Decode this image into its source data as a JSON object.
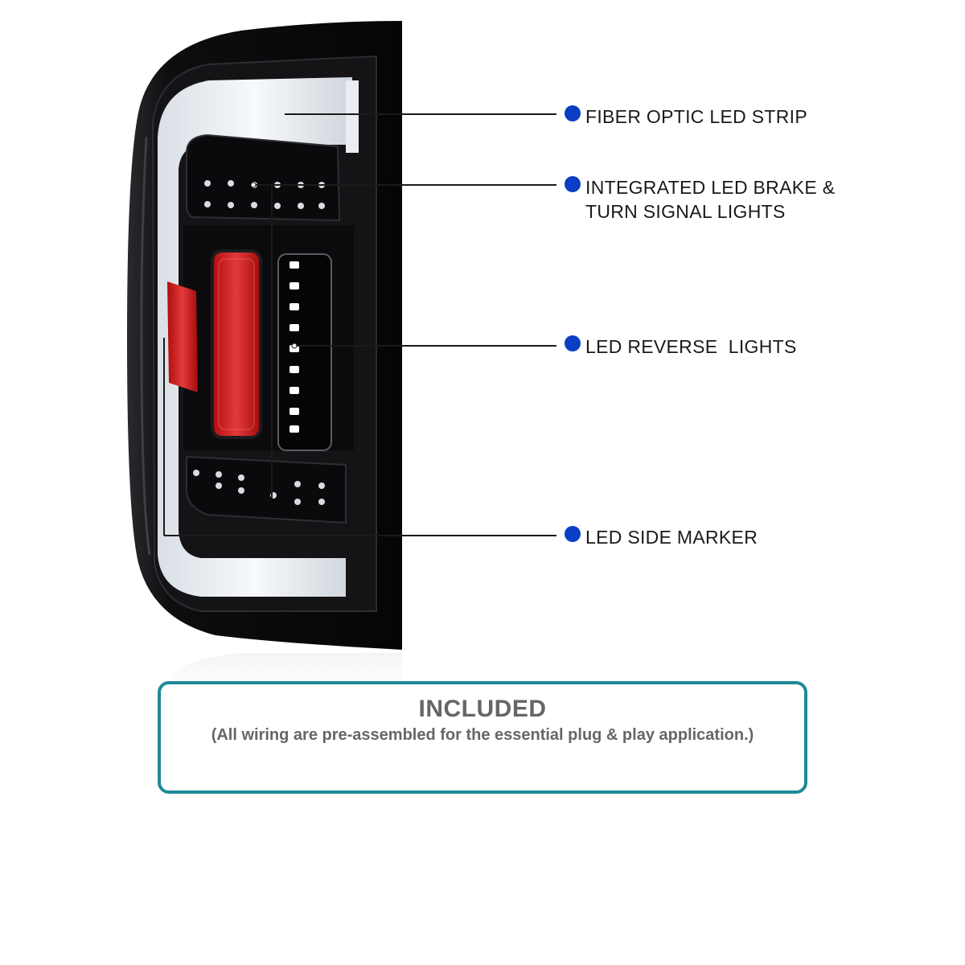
{
  "colors": {
    "dot": "#0a3fc4",
    "box_border": "#1e8a96",
    "text_grey": "#666666",
    "housing": "#0d0d0f",
    "reflector_red": "#d01515"
  },
  "callouts": [
    {
      "label": "FIBER OPTIC LED STRIP"
    },
    {
      "label": "INTEGRATED LED BRAKE &\nTURN SIGNAL LIGHTS"
    },
    {
      "label": "LED REVERSE  LIGHTS"
    },
    {
      "label": "LED SIDE MARKER"
    }
  ],
  "included": {
    "title": "INCLUDED",
    "note": "(All wiring are pre-assembled for the essential plug & play application.)"
  },
  "product_image": {
    "subject": "tail-light-assembly",
    "icon": "tail-light-illustration"
  }
}
